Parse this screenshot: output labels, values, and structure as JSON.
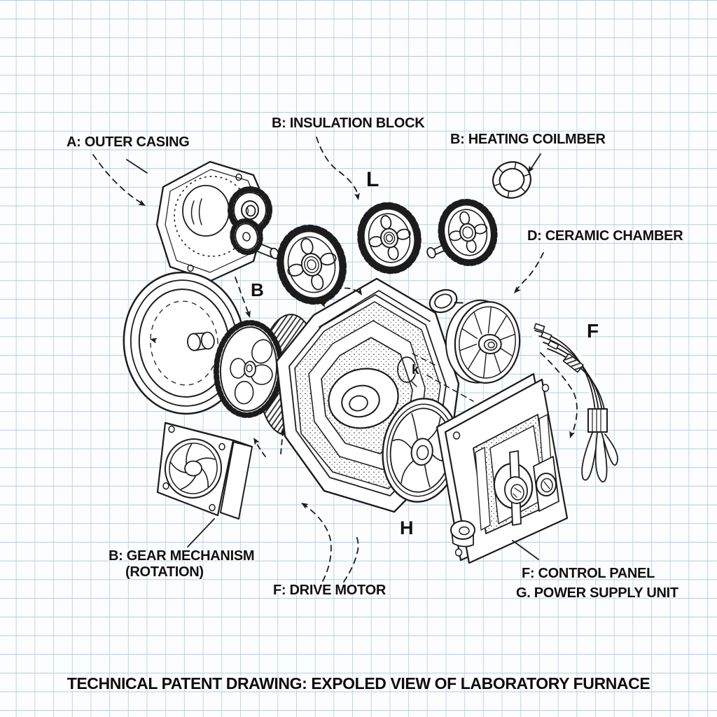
{
  "page": {
    "title": "TECHNICAL PATENT DRAWING: EXPOLED VIEW OF LABORATORY FURNACE"
  },
  "part_labels": {
    "outer_casing": "A: OUTER CASING",
    "insulation_block": "B: INSULATION BLOCK",
    "heating_coil_chamber": "B: HEATING COILMBER",
    "ceramic_chamber": "D: CERAMIC CHAMBER",
    "gear_mechanism": "B: GEAR MECHANISM",
    "gear_mechanism_sub": "(ROTATION)",
    "drive_motor": "F: DRIVE MOTOR",
    "control_panel": "F: CONTROL PANEL",
    "power_supply": "G. POWER SUPPLY UNIT"
  },
  "callout_letters": {
    "insulation_l": "L",
    "gear_b": "B",
    "wiring_f": "F",
    "motor_h": "H",
    "chamber_k": "k"
  },
  "colors": {
    "paper": "#fcfdff",
    "grid_line": "#bfd4ea",
    "ink": "#1c1c1c"
  }
}
